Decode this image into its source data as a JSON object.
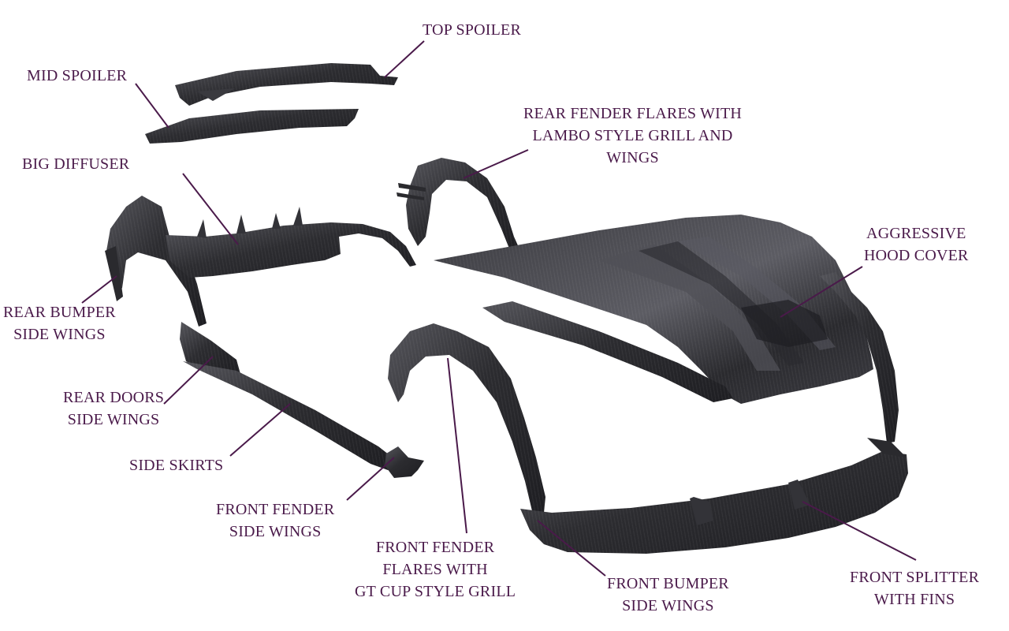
{
  "labels": {
    "top_spoiler": "TOP SPOILER",
    "mid_spoiler": "MID SPOILER",
    "big_diffuser": "BIG DIFFUSER",
    "rear_bumper_side_wings": [
      "REAR BUMPER",
      "SIDE WINGS"
    ],
    "rear_doors_side_wings": [
      "REAR DOORS",
      "SIDE WINGS"
    ],
    "side_skirts": "SIDE SKIRTS",
    "front_fender_side_wings": [
      "FRONT FENDER",
      "SIDE WINGS"
    ],
    "front_fender_flares": [
      "FRONT FENDER",
      "FLARES WITH",
      "GT CUP STYLE GRILL"
    ],
    "front_bumper_side_wings": [
      "FRONT BUMPER",
      "SIDE WINGS"
    ],
    "front_splitter": [
      "FRONT SPLITTER",
      "WITH FINS"
    ],
    "aggressive_hood": [
      "AGGRESSIVE",
      "HOOD COVER"
    ],
    "rear_fender_flares": [
      "REAR FENDER FLARES WITH",
      "LAMBO STYLE GRILL AND",
      "WINGS"
    ]
  },
  "colors": {
    "label_text": "#4a1a4a",
    "leader_line": "#4a1a4a",
    "carbon_dark": "#2b2b2e",
    "carbon_mid": "#4a4a50",
    "carbon_light": "#7a7a82"
  }
}
